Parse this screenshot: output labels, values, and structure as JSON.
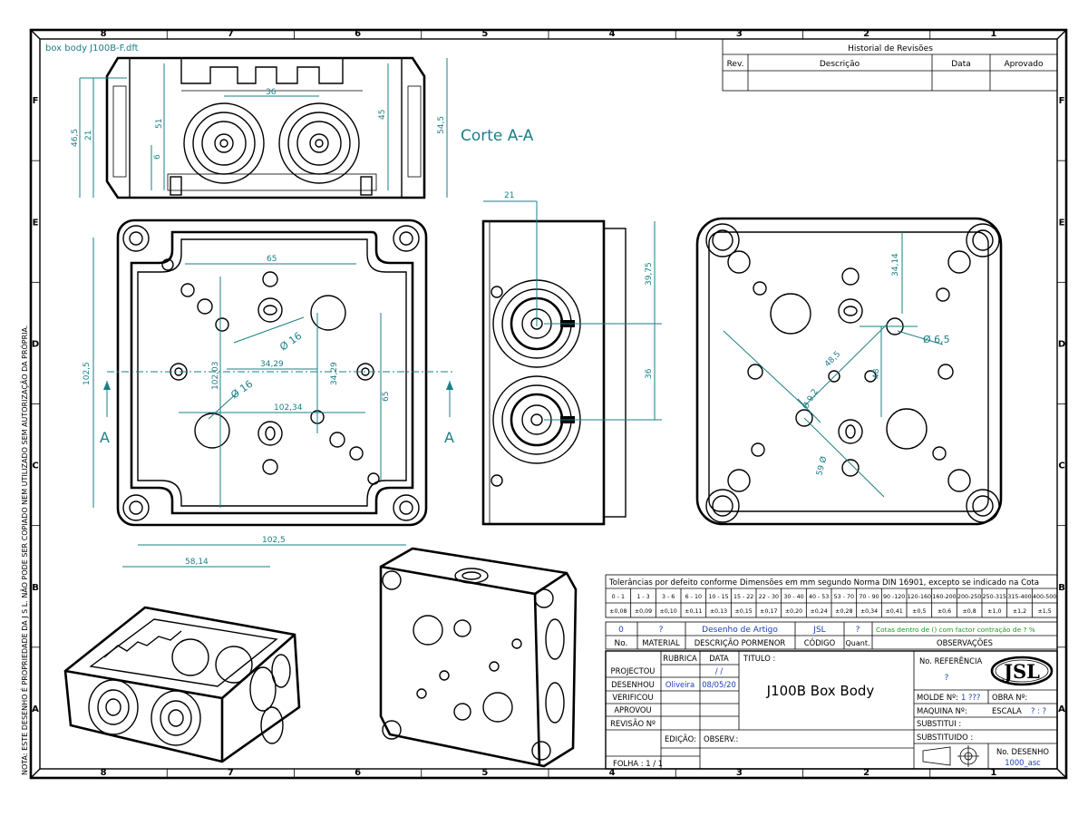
{
  "file_name": "box body J100B-F.dft",
  "section_label": "Corte A-A",
  "section_marks": [
    "A",
    "A"
  ],
  "frame": {
    "columns": [
      "8",
      "7",
      "6",
      "5",
      "4",
      "3",
      "2",
      "1"
    ],
    "rows": [
      "F",
      "E",
      "D",
      "C",
      "B",
      "A"
    ]
  },
  "side_note": "NOTA: ESTE DESENHO É PROPRIEDADE DA J S L. NÃO PODE SER COPIADO NEM UTILIZADO SEM AUTORIZAÇÃO DA PRÓPRIA.",
  "dimensions": {
    "section": [
      "36",
      "51",
      "46,5",
      "21",
      "6",
      "45",
      "54,5"
    ],
    "top": [
      "65",
      "102,5",
      "102,03",
      "34,29",
      "34,29",
      "Ø 16",
      "Ø 16",
      "102,34",
      "65",
      "102,5",
      "58,14"
    ],
    "side": [
      "21",
      "39,75",
      "36"
    ],
    "bottom": [
      "34,14",
      "Ø 6,5",
      "48,5",
      "48",
      "Ø 9,2",
      "59 Ø"
    ]
  },
  "revisions": {
    "title": "Historial de Revisões",
    "headers": [
      "Rev.",
      "Descrição",
      "Data",
      "Aprovado"
    ]
  },
  "tolerances": {
    "title": "Tolerâncias por defeito conforme Dimensões em mm segundo Norma DIN 16901, excepto se indicado na Cota",
    "ranges": [
      "0 - 1",
      "1 - 3",
      "3 - 6",
      "6 - 10",
      "10 - 15",
      "15 - 22",
      "22 - 30",
      "30 - 40",
      "40 - 53",
      "53 - 70",
      "70 - 90",
      "90 -120",
      "120-160",
      "160-200",
      "200-250",
      "250-315",
      "315-400",
      "400-500"
    ],
    "values": [
      "±0,08",
      "±0,09",
      "±0,10",
      "±0,11",
      "±0,13",
      "±0,15",
      "±0,17",
      "±0,20",
      "±0,24",
      "±0,28",
      "±0,34",
      "±0,41",
      "±0,5",
      "±0,6",
      "±0,8",
      "±1,0",
      "±1,2",
      "±1,5"
    ]
  },
  "parts_row": {
    "no": "0",
    "material": "?",
    "description": "Desenho de Artigo",
    "code": "JSL",
    "quantity": "?",
    "note": "Cotas dentro de () com factor contração de ? %"
  },
  "parts_headers": [
    "No.",
    "MATERIAL",
    "DESCRIÇÃO PORMENOR",
    "CÓDIGO",
    "Quant.",
    "OBSERVAÇÕES"
  ],
  "title_block": {
    "col_rubrica": "RUBRICA",
    "col_data": "DATA",
    "titulo_label": "TITULO :",
    "title": "J100B Box Body",
    "rows": [
      "PROJECTOU",
      "DESENHOU",
      "VERIFICOU",
      "APROVOU",
      "REVISÃO Nº"
    ],
    "projectou_date": "/ /",
    "desenhou_name": "Oliveira",
    "desenhou_date": "08/05/20",
    "edicao": "EDIÇÃO:",
    "observ": "OBSERV.:",
    "folha": "FOLHA : 1 / 1",
    "ref_label": "No. REFERÊNCIA",
    "ref_value": "?",
    "logo": "JSL",
    "molde_label": "MOLDE Nº:",
    "molde_value": "1 ???",
    "obra_label": "OBRA Nº:",
    "maquina_label": "MAQUINA Nº:",
    "escala_label": "ESCALA",
    "escala_value": "? : ?",
    "substitui": "SUBSTITUI :",
    "substituido": "SUBSTITUIDO :",
    "desenho_label": "No. DESENHO",
    "desenho_value": "1000_asc"
  }
}
